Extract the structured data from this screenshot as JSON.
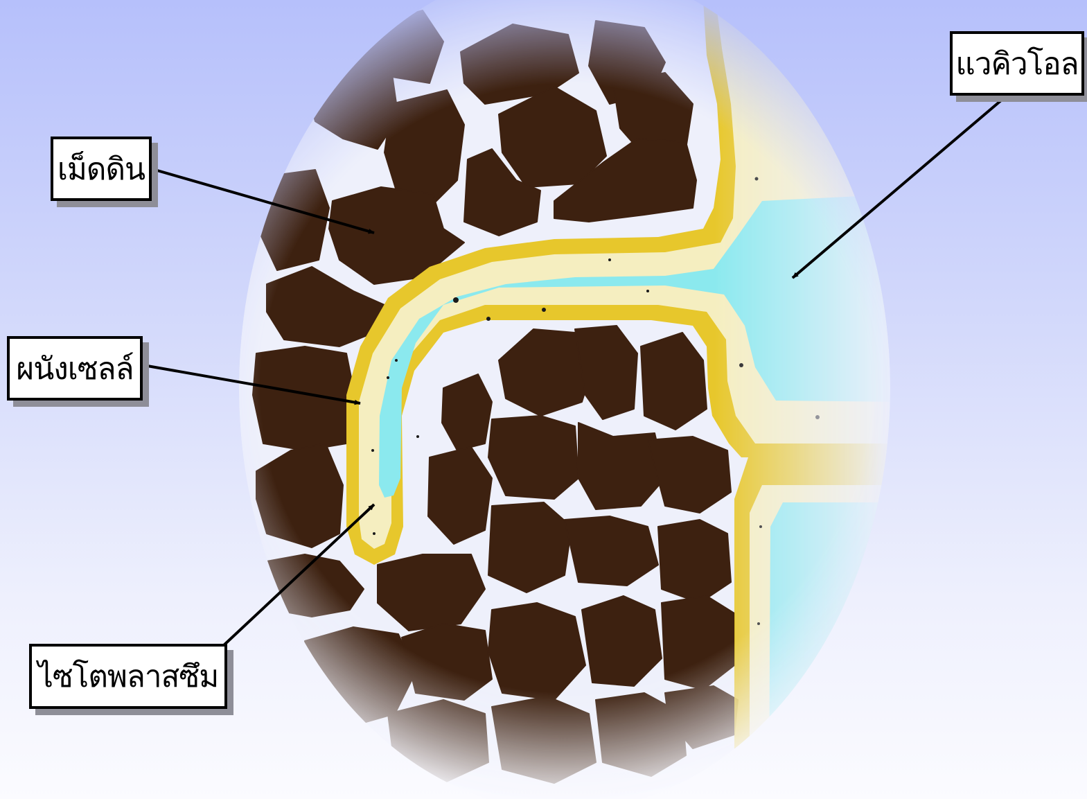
{
  "labels": {
    "soil_particle": "เม็ดดิน",
    "cell_wall": "ผนังเซลล์",
    "cytoplasm": "ไซโตพลาสซึม",
    "vacuole": "แวคิวโอล"
  },
  "colors": {
    "background_top": "#b6c0fb",
    "background_bottom": "#fbfbff",
    "soil": "#3d2110",
    "soil_gap": "#ffffff",
    "cell_wall": "#e7c72c",
    "cytoplasm": "#f5eec0",
    "vacuole": "#8be9ee",
    "label_border": "#000000",
    "label_shadow": "#8e8e98"
  }
}
